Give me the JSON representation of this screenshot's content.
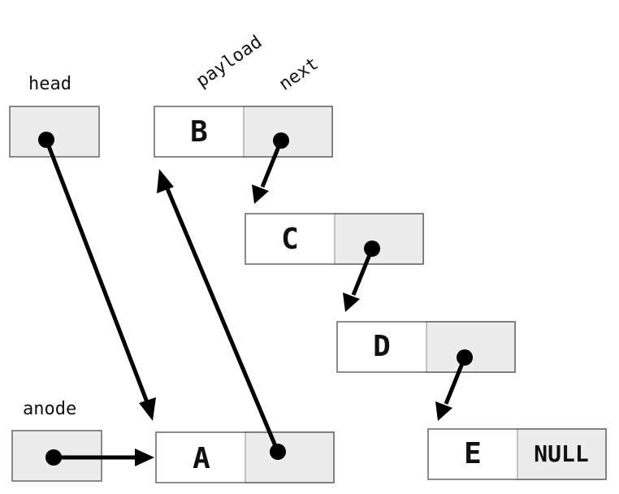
{
  "labels": {
    "head": "head",
    "anode": "anode",
    "payload": "payload",
    "next": "next"
  },
  "nodes": {
    "b": "B",
    "c": "C",
    "d": "D",
    "a": "A",
    "e": "E"
  },
  "null_label": "NULL"
}
